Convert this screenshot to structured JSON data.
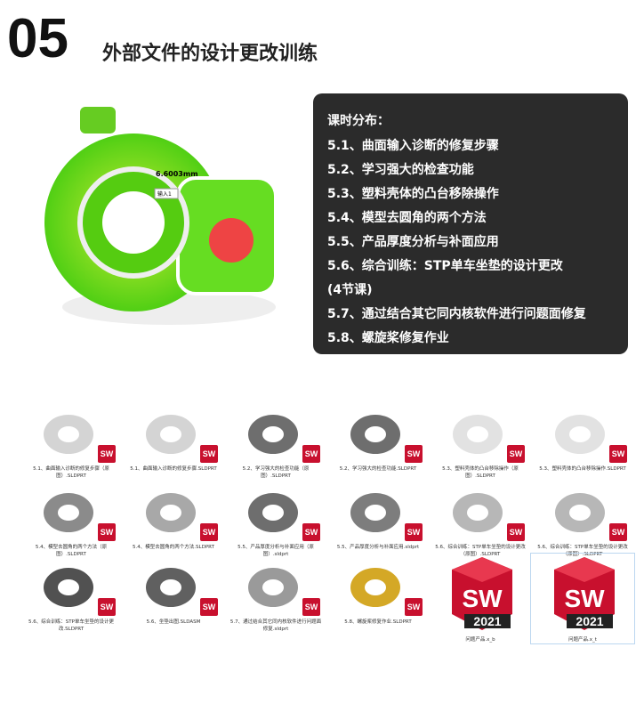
{
  "header": {
    "number": "05",
    "title": "外部文件的设计更改训练"
  },
  "model": {
    "dimension": "6.6003mm",
    "input_label": "输入1"
  },
  "schedule": {
    "heading": "课时分布：",
    "items": [
      "5.1、曲面输入诊断的修复步骤",
      "5.2、学习强大的检查功能",
      "5.3、塑料壳体的凸台移除操作",
      "5.4、模型去圆角的两个方法",
      "5.5、产品厚度分析与补面应用",
      "5.6、综合训练：STP单车坐垫的设计更改",
      "(4节课)",
      "5.7、通过结合其它同内核软件进行问题面修复",
      "5.8、螺旋桨修复作业"
    ]
  },
  "files": [
    {
      "name": "5.1、曲面输入诊断的修复步骤（原图）.SLDPRT",
      "icon": "sw-small"
    },
    {
      "name": "5.1、曲面输入诊断的修复步骤.SLDPRT",
      "icon": "sw-small"
    },
    {
      "name": "5.2、学习强大的检查功能（原图）.SLDPRT",
      "icon": "sw-small"
    },
    {
      "name": "5.2、学习强大的检查功能.SLDPRT",
      "icon": "sw-small"
    },
    {
      "name": "5.3、塑料壳体的凸台移除操作（原图）.SLDPRT",
      "icon": "sw-small"
    },
    {
      "name": "5.3、塑料壳体的凸台移除操作.SLDPRT",
      "icon": "sw-small"
    },
    {
      "name": "5.4、模型去圆角的两个方法（原图）.SLDPRT",
      "icon": "sw-small"
    },
    {
      "name": "5.4、模型去圆角的两个方法.SLDPRT",
      "icon": "sw-small"
    },
    {
      "name": "5.5、产品厚度分析与补面应用（原图）.sldprt",
      "icon": "sw-small"
    },
    {
      "name": "5.5、产品厚度分析与补面应用.sldprt",
      "icon": "sw-small"
    },
    {
      "name": "5.6、综合训练：STP单车坐垫的设计更改（原图）.SLDPRT",
      "icon": "sw-small"
    },
    {
      "name": "5.6、综合训练：STP单车坐垫的设计更改（原图）.SLDPRT",
      "icon": "sw-small"
    },
    {
      "name": "5.6、综合训练：STP单车坐垫的设计更改.SLDPRT",
      "icon": "sw-small"
    },
    {
      "name": "5.6、坐垫出图.SLDASM",
      "icon": "sw-small"
    },
    {
      "name": "5.7、通过结合其它同内核软件进行问题面修复.sldprt",
      "icon": "sw-small"
    },
    {
      "name": "5.8、螺旋桨修复作业.SLDPRT",
      "icon": "sw-small"
    },
    {
      "name": "问题产品.x_b",
      "icon": "sw-2021"
    },
    {
      "name": "问题产品.x_t",
      "icon": "sw-2021"
    }
  ],
  "sw_badge": {
    "letters": "SW",
    "version": "2021"
  },
  "colors": {
    "panel": "#2b2b2b",
    "sw_red": "#c8102e"
  }
}
